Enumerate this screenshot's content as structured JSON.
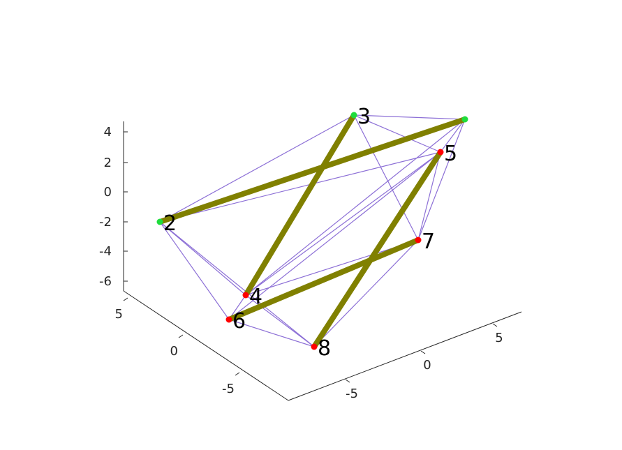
{
  "colors": {
    "thin_edge": "#8c6fd6",
    "thick_edge": "#808000",
    "node_green": "#1fdc3c",
    "node_red": "#ff0000",
    "axis": "#262626"
  },
  "z_axis": {
    "ticks": [
      "4",
      "2",
      "0",
      "-2",
      "-4",
      "-6"
    ]
  },
  "left_axis": {
    "ticks": [
      "5",
      "0",
      "-5"
    ]
  },
  "right_axis": {
    "ticks": [
      "-5",
      "0",
      "5"
    ]
  },
  "nodes": [
    {
      "id": "1",
      "label": "",
      "color": "green"
    },
    {
      "id": "2",
      "label": "2",
      "color": "green"
    },
    {
      "id": "3",
      "label": "3",
      "color": "green"
    },
    {
      "id": "4",
      "label": "4",
      "color": "red"
    },
    {
      "id": "5",
      "label": "5",
      "color": "red"
    },
    {
      "id": "6",
      "label": "6",
      "color": "red"
    },
    {
      "id": "7",
      "label": "7",
      "color": "red"
    },
    {
      "id": "8",
      "label": "8",
      "color": "red"
    }
  ],
  "thin_edges": [
    [
      "2",
      "3"
    ],
    [
      "2",
      "1"
    ],
    [
      "2",
      "5"
    ],
    [
      "2",
      "4"
    ],
    [
      "2",
      "6"
    ],
    [
      "2",
      "8"
    ],
    [
      "3",
      "1"
    ],
    [
      "3",
      "5"
    ],
    [
      "3",
      "7"
    ],
    [
      "3",
      "4"
    ],
    [
      "1",
      "5"
    ],
    [
      "1",
      "7"
    ],
    [
      "1",
      "4"
    ],
    [
      "5",
      "7"
    ],
    [
      "5",
      "4"
    ],
    [
      "5",
      "6"
    ],
    [
      "5",
      "8"
    ],
    [
      "4",
      "6"
    ],
    [
      "4",
      "7"
    ],
    [
      "4",
      "8"
    ],
    [
      "6",
      "7"
    ],
    [
      "6",
      "8"
    ],
    [
      "7",
      "8"
    ]
  ],
  "thick_edges": [
    [
      "2",
      "1"
    ],
    [
      "3",
      "4"
    ],
    [
      "5",
      "8"
    ],
    [
      "6",
      "7"
    ]
  ]
}
